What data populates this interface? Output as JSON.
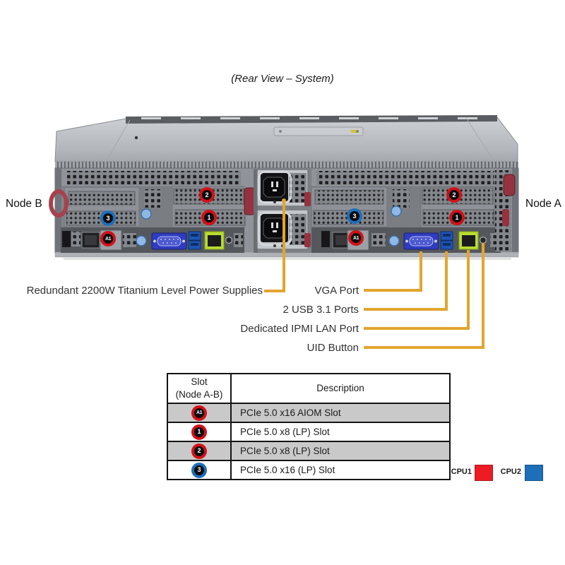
{
  "title": "(Rear View – System)",
  "nodes": {
    "left_label": "Node B",
    "right_label": "Node A"
  },
  "slot_badges": {
    "a1": "A1",
    "s1": "1",
    "s2": "2",
    "s3": "3"
  },
  "callouts": {
    "psu": "Redundant 2200W Titanium Level Power Supplies",
    "vga": "VGA Port",
    "usb": "2 USB 3.1 Ports",
    "ipmi": "Dedicated IPMI LAN Port",
    "uid": "UID Button"
  },
  "table": {
    "headers": {
      "slot_line1": "Slot",
      "slot_line2": "(Node A-B)",
      "description": "Description"
    },
    "rows": [
      {
        "slot": "A1",
        "description": "PCIe 5.0 x16 AIOM Slot",
        "ring_color": "#d21118"
      },
      {
        "slot": "1",
        "description": "PCIe 5.0 x8 (LP) Slot",
        "ring_color": "#d21118"
      },
      {
        "slot": "2",
        "description": "PCIe 5.0 x8 (LP) Slot",
        "ring_color": "#d21118"
      },
      {
        "slot": "3",
        "description": "PCIe 5.0 x16 (LP) Slot",
        "ring_color": "#1e6fb8"
      }
    ]
  },
  "legend": {
    "cpu1": "CPU1",
    "cpu2": "CPU2"
  },
  "colors": {
    "cpu1_red": "#ed1c24",
    "cpu2_blue": "#1e6fb8",
    "callout_gold": "#e2a52f",
    "badge_red_ring": "#d21118",
    "badge_blue_ring": "#1e6fb8",
    "ipmi_highlight_green": "#b9dc30",
    "vga_port_blue": "#2f3cc0",
    "chassis_gray": "#90949a"
  }
}
